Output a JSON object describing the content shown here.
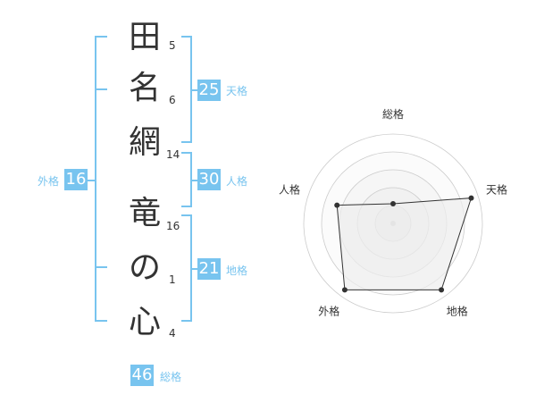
{
  "name": {
    "chars": [
      "田",
      "名",
      "網",
      "竜",
      "の",
      "心"
    ],
    "strokes": [
      "5",
      "6",
      "14",
      "16",
      "1",
      "4"
    ]
  },
  "kaku": {
    "tenkaku": {
      "label": "天格",
      "value": "25"
    },
    "jinkaku": {
      "label": "人格",
      "value": "30"
    },
    "chikaku": {
      "label": "地格",
      "value": "21"
    },
    "gaikaku": {
      "label": "外格",
      "value": "16"
    },
    "soukaku": {
      "label": "総格",
      "value": "46"
    }
  },
  "colors": {
    "accent": "#78c4ef",
    "text": "#333333",
    "radar_fill": "#eeeeee",
    "radar_line": "#333333",
    "ring": "#cccccc"
  },
  "chart_data": {
    "type": "radar",
    "axes": [
      "総格",
      "天格",
      "地格",
      "外格",
      "人格"
    ],
    "rings": 5,
    "values": [
      0.22,
      0.92,
      0.92,
      0.92,
      0.66
    ]
  }
}
